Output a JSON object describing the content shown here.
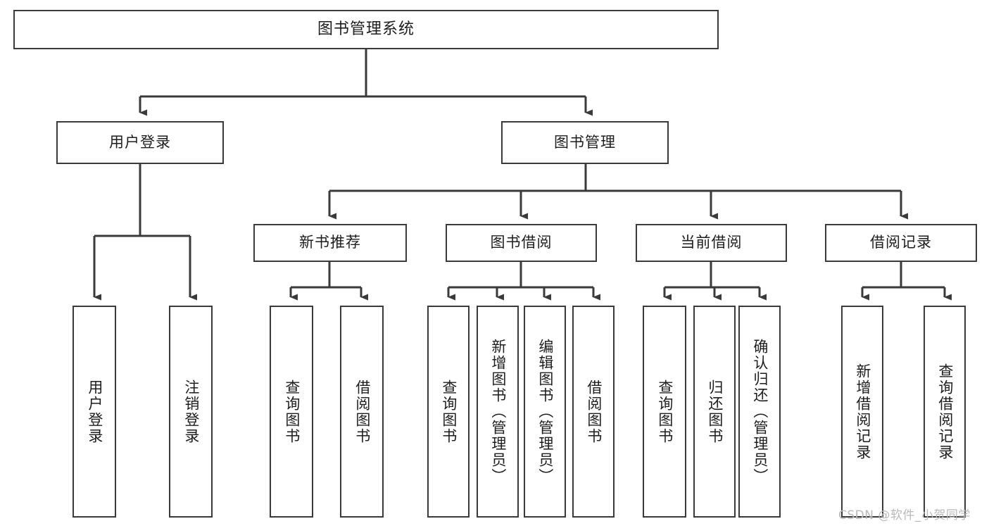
{
  "diagram": {
    "title_text": "图书管理系统",
    "type": "tree-hierarchy-diagram",
    "watermark": "CSDN @软件_小贺同学",
    "stroke_color": "#3a3a3a",
    "fill_color": "#ffffff",
    "text_color": "#1d1d1d",
    "root": {
      "label": "图书管理系统"
    },
    "level2": [
      {
        "label": "用户登录"
      },
      {
        "label": "图书管理"
      }
    ],
    "level3": [
      {
        "label": "新书推荐"
      },
      {
        "label": "图书借阅"
      },
      {
        "label": "当前借阅"
      },
      {
        "label": "借阅记录"
      }
    ],
    "leaves": {
      "user_login": [
        {
          "label": "用户登录"
        },
        {
          "label": "注销登录"
        }
      ],
      "new_book_recommend": [
        {
          "label": "查询图书"
        },
        {
          "label": "借阅图书"
        }
      ],
      "book_borrow": [
        {
          "label": "查询图书"
        },
        {
          "label": "新增图书（管理员）"
        },
        {
          "label": "编辑图书（管理员）"
        },
        {
          "label": "借阅图书"
        }
      ],
      "current_borrow": [
        {
          "label": "查询图书"
        },
        {
          "label": "归还图书"
        },
        {
          "label": "确认归还（管理员）"
        }
      ],
      "borrow_record": [
        {
          "label": "新增借阅记录"
        },
        {
          "label": "查询借阅记录"
        }
      ]
    }
  }
}
